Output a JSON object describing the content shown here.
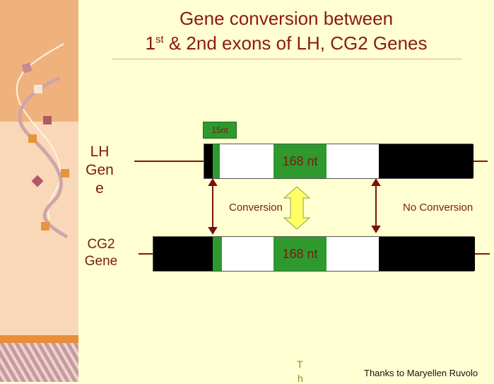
{
  "title": {
    "line1": "Gene conversion between",
    "line2_a": "1",
    "line2_sup": "st",
    "line2_b": " & 2nd exons of LH, CG2 Genes"
  },
  "genes": {
    "lh_label": "LH Gen e",
    "lh_lines": [
      "LH",
      "Gen",
      "e"
    ],
    "cg2_lines": [
      "CG2",
      "Gene"
    ]
  },
  "labels": {
    "small_box": "15nt",
    "top_exon": "168 nt",
    "bottom_exon": "168 nt",
    "conversion": "Conversion",
    "no_conversion": "No Conversion"
  },
  "footer": {
    "stray_1": "T",
    "stray_2": "h",
    "credit": "Thanks to Maryellen Ruvolo"
  },
  "colors": {
    "exon_green": "#2E9A2E",
    "text_red": "#7A1A10",
    "background": "#FFFFD2"
  }
}
